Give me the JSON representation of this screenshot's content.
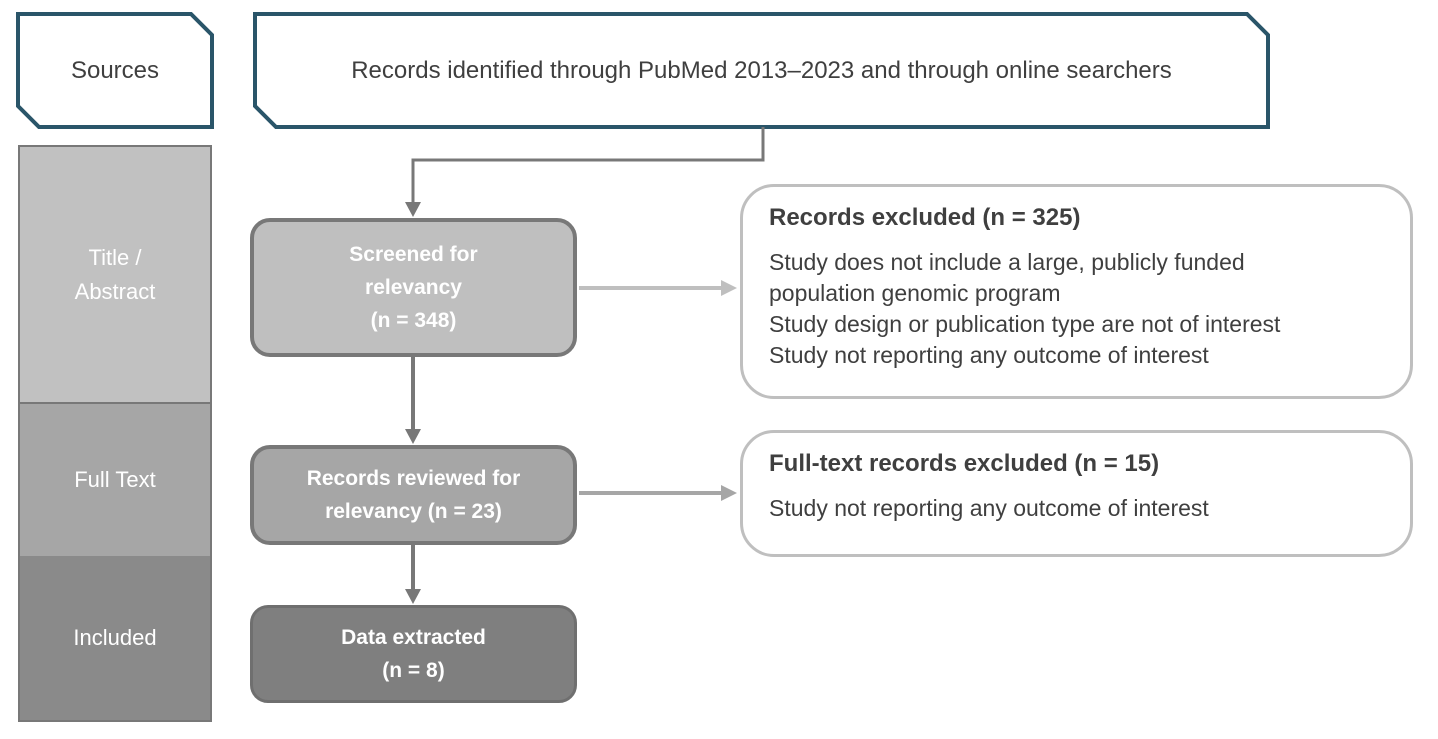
{
  "title_row": {
    "sources_label": "Sources",
    "identified_text": "Records identified through PubMed 2013–2023 and through online searchers"
  },
  "stage_column": {
    "stages": [
      {
        "label": "Title /\nAbstract"
      },
      {
        "label": "Full Text"
      },
      {
        "label": "Included"
      }
    ]
  },
  "process_boxes": {
    "screened": {
      "label": "Screened for\nrelevancy\n(n = 348)"
    },
    "reviewed": {
      "label": "Records reviewed for\nrelevancy (n = 23)"
    },
    "extracted": {
      "label": "Data extracted\n(n = 8)"
    }
  },
  "exclusion_boxes": {
    "records_excluded": {
      "title": "Records excluded (n = 325)",
      "reasons": [
        "Study does not include a large, publicly funded population genomic program",
        "Study design or publication type are not of interest",
        "Study not reporting any outcome of interest"
      ]
    },
    "fulltext_excluded": {
      "title": "Full-text records excluded (n = 15)",
      "reasons": [
        "Study not reporting any outcome of interest"
      ]
    }
  },
  "colors": {
    "accent_border": "#2a5569",
    "connector_dark": "#787878",
    "connector_light": "#bfbfbf",
    "connector_medium": "#a6a6a6",
    "stage_fills": [
      "#c1c1c1",
      "#a6a6a6",
      "#8a8a8a"
    ],
    "process_fills": [
      "#bfbfbf",
      "#a6a6a6",
      "#7f7f7f"
    ]
  }
}
